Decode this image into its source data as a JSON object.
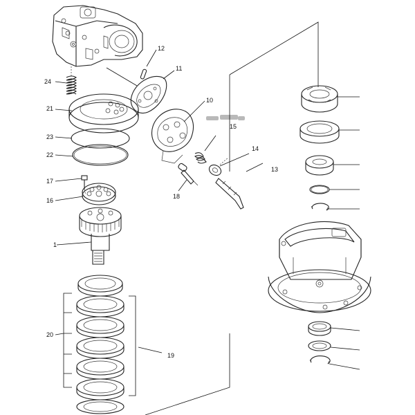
{
  "callouts": {
    "c1": "1",
    "c10": "10",
    "c11": "11",
    "c12": "12",
    "c13": "13",
    "c14": "14",
    "c15": "15",
    "c16": "16",
    "c17": "17",
    "c18": "18",
    "c19": "19",
    "c20": "20",
    "c21": "21",
    "c22": "22",
    "c23": "23",
    "c24": "24"
  }
}
